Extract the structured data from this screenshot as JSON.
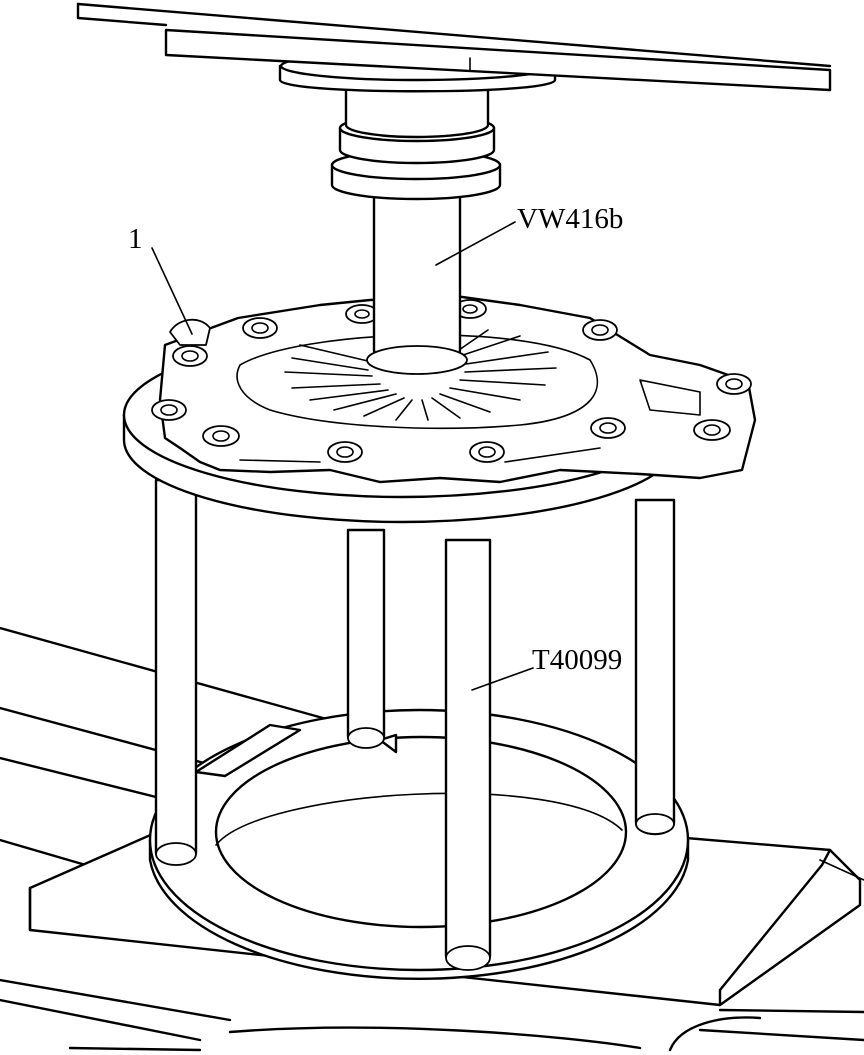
{
  "labels": {
    "part_1": "1",
    "press_piece": "VW416b",
    "support_fixture": "T40099"
  }
}
